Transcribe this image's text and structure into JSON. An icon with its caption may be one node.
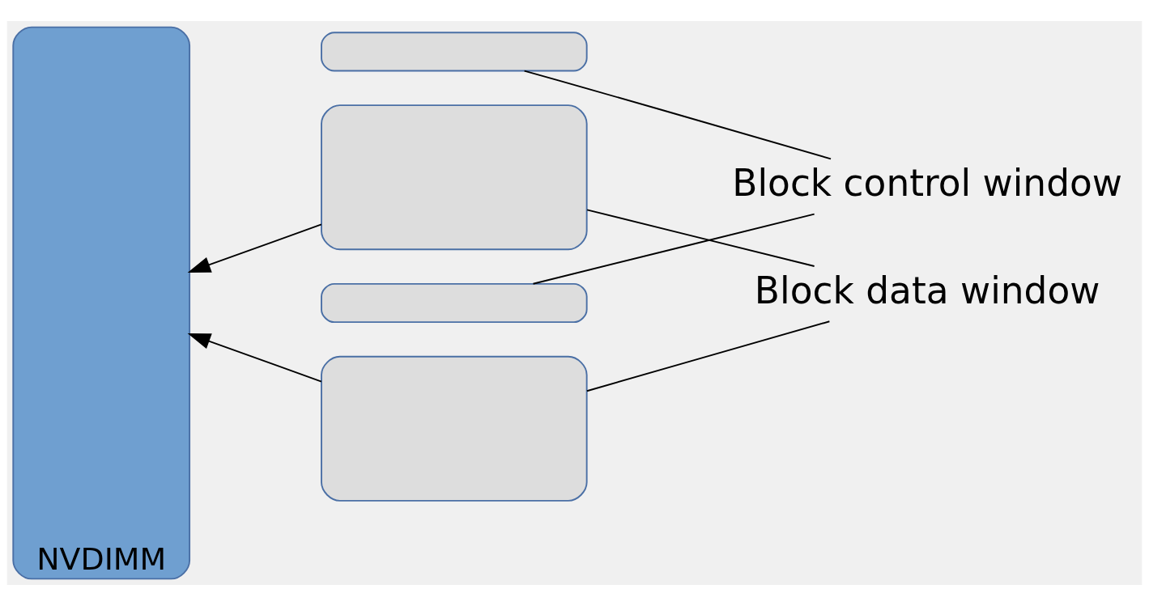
{
  "diagram": {
    "nodes": [
      {
        "text": [
          "NVDIMM"
        ]
      },
      {
        "text": [
          "Block control window"
        ]
      },
      {
        "text": [],
        "shape": "box"
      },
      {
        "text": [],
        "shape": "box"
      },
      {
        "text": [],
        "shape": "box"
      },
      {
        "text": [],
        "shape": "box"
      },
      {
        "text": [
          "Block data window"
        ]
      }
    ],
    "edges": [
      {
        "from": 1,
        "to": 2,
        "arrow": "none"
      },
      {
        "from": 1,
        "to": 4,
        "arrow": "none"
      },
      {
        "from": 6,
        "to": 3,
        "arrow": "none"
      },
      {
        "from": 6,
        "to": 5,
        "arrow": "none"
      },
      {
        "from": 3,
        "to": 0,
        "arrow": "to"
      },
      {
        "from": 5,
        "to": 0,
        "arrow": "to"
      }
    ]
  }
}
